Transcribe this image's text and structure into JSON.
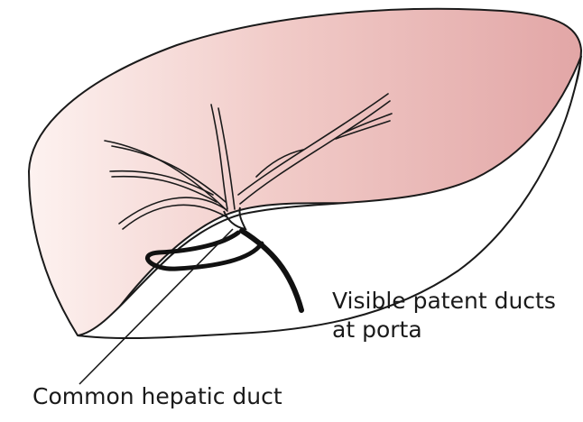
{
  "diagram": {
    "colors": {
      "liver_fill_light": "#fdf2f0",
      "liver_fill_dark": "#e2a6a6",
      "outline": "#1a1a1a",
      "duct": "#111111"
    },
    "labels": {
      "patent_ducts_line1": "Visible patent ducts",
      "patent_ducts_line2": "at porta",
      "common_hepatic_duct": "Common hepatic duct"
    }
  }
}
